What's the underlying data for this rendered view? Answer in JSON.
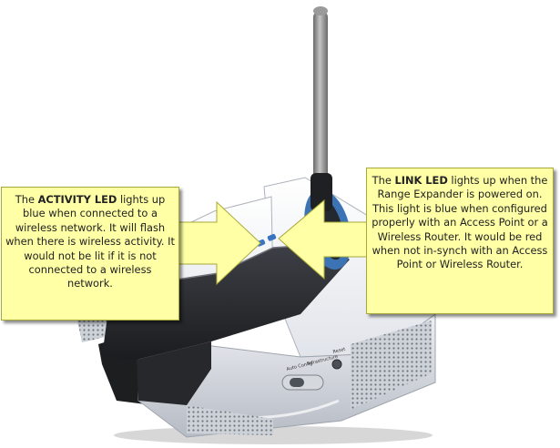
{
  "callouts": {
    "activity": {
      "lead": "The ",
      "strong": "ACTIVITY LED",
      "body": " lights up blue when connected to a wireless network. It will flash when there is wireless activity. It would not be lit if it is not connected to a wireless network."
    },
    "link": {
      "lead": "The ",
      "strong": "LINK LED",
      "body": " lights up when the Range Expander is powered on. This light is blue when configured properly with an Access Point or a Wireless Router. It would be red when not in-synch with an Access Point or Wireless Router."
    }
  },
  "device": {
    "switch_left_label": "Auto Config",
    "switch_right_label": "Infrastructure",
    "reset_label": "Reset"
  },
  "colors": {
    "callout_fill": "#ffffa6",
    "callout_border": "#a8a838",
    "arrow_fill": "#ffffa6",
    "activity_led": "#3a73c0",
    "link_led": "#3a73c0"
  }
}
